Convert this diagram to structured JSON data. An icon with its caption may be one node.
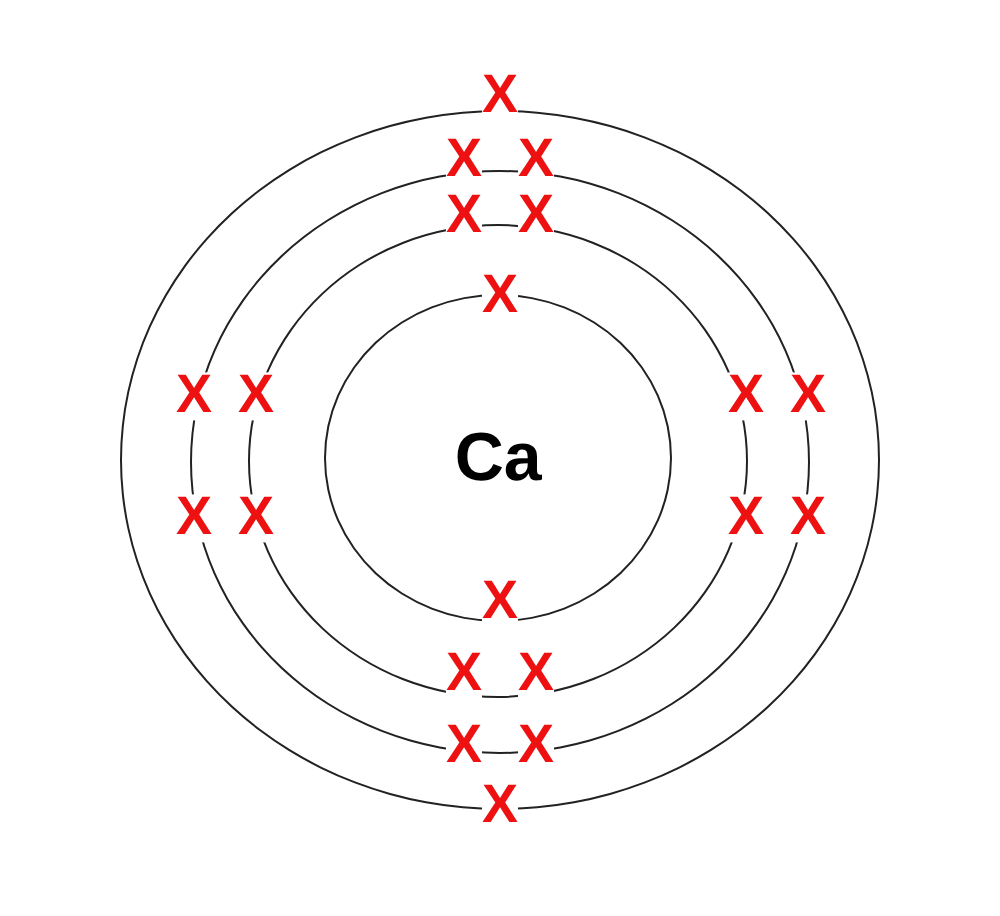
{
  "diagram": {
    "nodes": [
      {
        "text": [],
        "shape": "circle"
      },
      {
        "text": [],
        "shape": "circle",
        "in": 0
      },
      {
        "text": [],
        "shape": "circle",
        "in": 1
      },
      {
        "text": [
          "Ca"
        ],
        "in": 2
      }
    ],
    "labels": [
      "X",
      "X",
      "X",
      "X",
      "X",
      "X",
      "X",
      "X",
      "X",
      "X",
      "X",
      "X",
      "X",
      "X",
      "X",
      "X",
      "X",
      "X",
      "X",
      "X"
    ]
  }
}
